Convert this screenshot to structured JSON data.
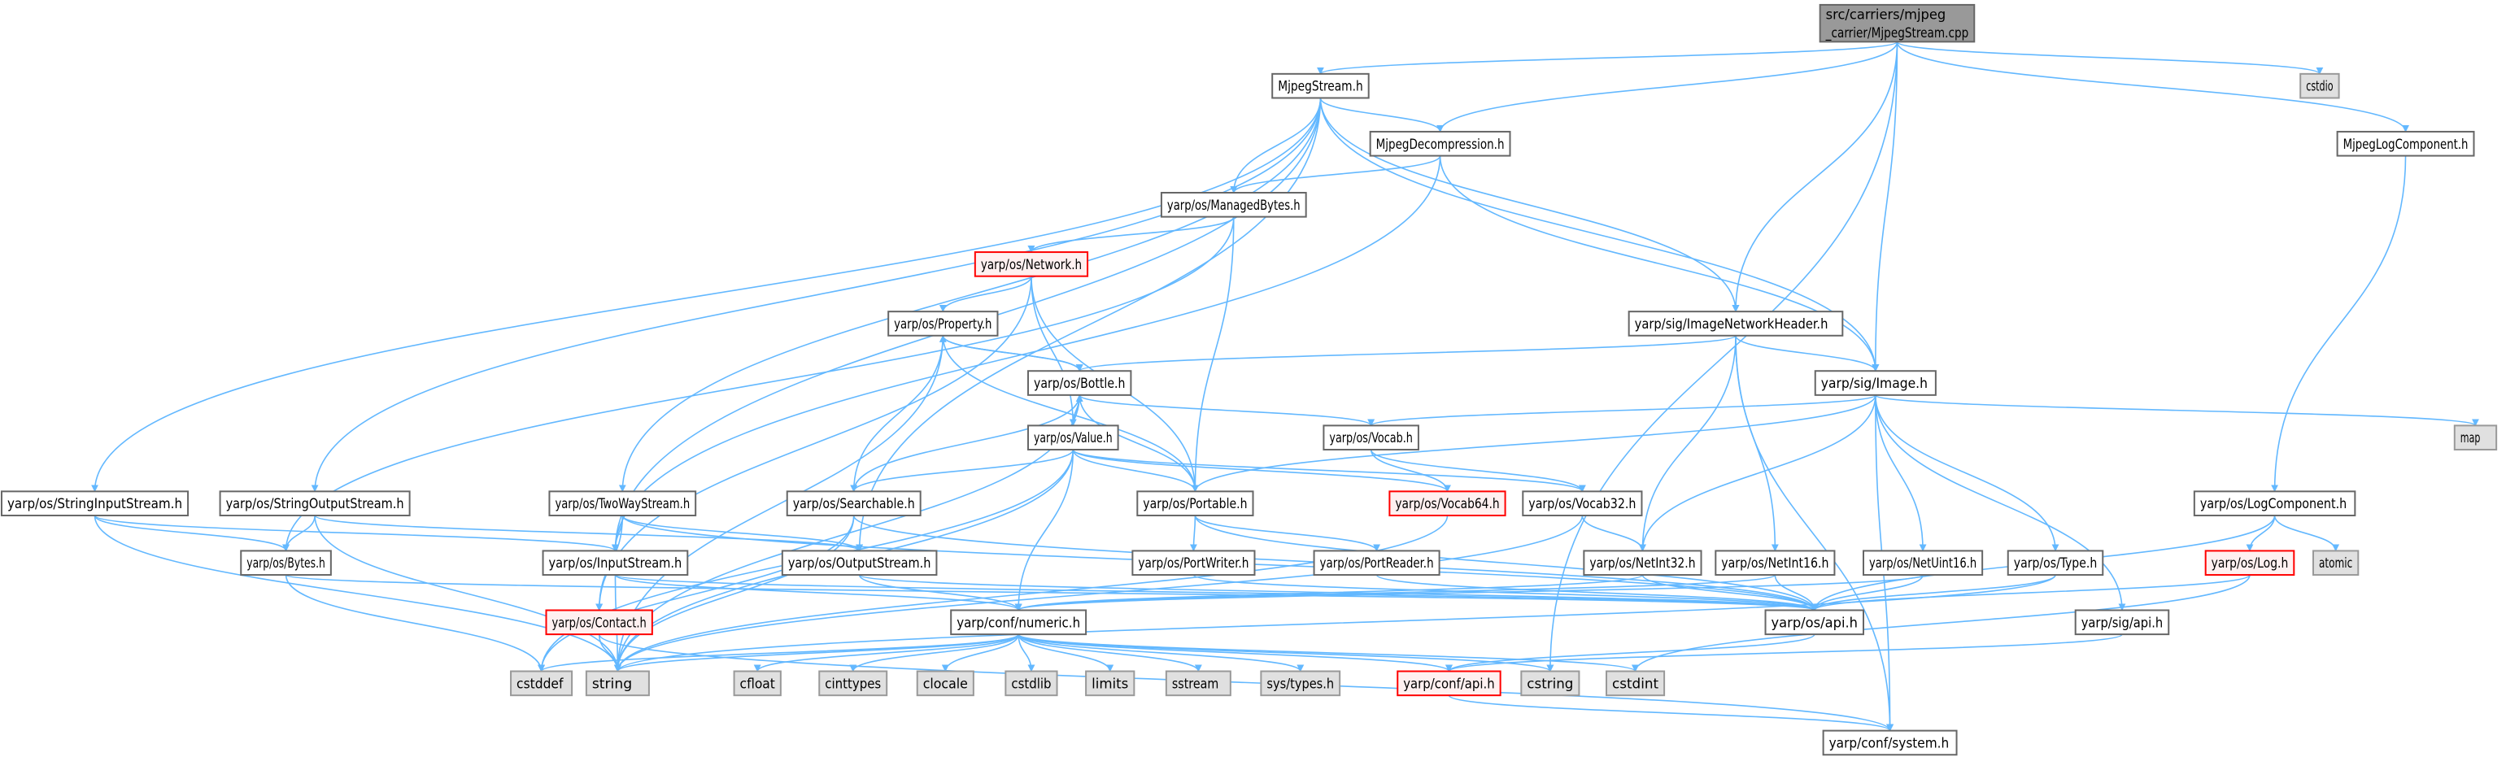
{
  "title": "Include dependency graph for MjpegStream.cpp",
  "colors": {
    "edge": "#63b8ff",
    "root_fill": "#999999",
    "root_stroke": "#666666",
    "normal_fill": "#ffffff",
    "normal_stroke": "#666666",
    "red_fill": "#fff0f0",
    "red_stroke": "#ff0000",
    "system_fill": "#e0e0e0",
    "system_stroke": "#999999"
  },
  "nodes": [
    {
      "id": "cpp",
      "lines": [
        "src/carriers/mjpeg",
        "_carrier/MjpegStream.cpp"
      ],
      "kind": "root"
    },
    {
      "id": "mjs",
      "lines": [
        "MjpegStream.h"
      ],
      "kind": "normal"
    },
    {
      "id": "cstdio",
      "lines": [
        "cstdio"
      ],
      "kind": "system"
    },
    {
      "id": "mjd",
      "lines": [
        "MjpegDecompression.h"
      ],
      "kind": "normal"
    },
    {
      "id": "mjl",
      "lines": [
        "MjpegLogComponent.h"
      ],
      "kind": "normal"
    },
    {
      "id": "mb",
      "lines": [
        "yarp/os/ManagedBytes.h"
      ],
      "kind": "normal"
    },
    {
      "id": "net",
      "lines": [
        "yarp/os/Network.h"
      ],
      "kind": "red"
    },
    {
      "id": "inh",
      "lines": [
        "yarp/sig/ImageNetworkHeader.h"
      ],
      "kind": "normal"
    },
    {
      "id": "prop",
      "lines": [
        "yarp/os/Property.h"
      ],
      "kind": "normal"
    },
    {
      "id": "bot",
      "lines": [
        "yarp/os/Bottle.h"
      ],
      "kind": "normal"
    },
    {
      "id": "img",
      "lines": [
        "yarp/sig/Image.h"
      ],
      "kind": "normal"
    },
    {
      "id": "map",
      "lines": [
        "map"
      ],
      "kind": "system"
    },
    {
      "id": "voc",
      "lines": [
        "yarp/os/Vocab.h"
      ],
      "kind": "normal"
    },
    {
      "id": "val",
      "lines": [
        "yarp/os/Value.h"
      ],
      "kind": "normal"
    },
    {
      "id": "sis",
      "lines": [
        "yarp/os/StringInputStream.h"
      ],
      "kind": "normal"
    },
    {
      "id": "sos",
      "lines": [
        "yarp/os/StringOutputStream.h"
      ],
      "kind": "normal"
    },
    {
      "id": "tws",
      "lines": [
        "yarp/os/TwoWayStream.h"
      ],
      "kind": "normal"
    },
    {
      "id": "srch",
      "lines": [
        "yarp/os/Searchable.h"
      ],
      "kind": "normal"
    },
    {
      "id": "port",
      "lines": [
        "yarp/os/Portable.h"
      ],
      "kind": "normal"
    },
    {
      "id": "v64",
      "lines": [
        "yarp/os/Vocab64.h"
      ],
      "kind": "red"
    },
    {
      "id": "v32",
      "lines": [
        "yarp/os/Vocab32.h"
      ],
      "kind": "normal"
    },
    {
      "id": "logc",
      "lines": [
        "yarp/os/LogComponent.h"
      ],
      "kind": "normal"
    },
    {
      "id": "bytes",
      "lines": [
        "yarp/os/Bytes.h"
      ],
      "kind": "normal"
    },
    {
      "id": "ins",
      "lines": [
        "yarp/os/InputStream.h"
      ],
      "kind": "normal"
    },
    {
      "id": "outs",
      "lines": [
        "yarp/os/OutputStream.h"
      ],
      "kind": "normal"
    },
    {
      "id": "pw",
      "lines": [
        "yarp/os/PortWriter.h"
      ],
      "kind": "normal"
    },
    {
      "id": "pr",
      "lines": [
        "yarp/os/PortReader.h"
      ],
      "kind": "normal"
    },
    {
      "id": "ni32",
      "lines": [
        "yarp/os/NetInt32.h"
      ],
      "kind": "normal"
    },
    {
      "id": "ni16",
      "lines": [
        "yarp/os/NetInt16.h"
      ],
      "kind": "normal"
    },
    {
      "id": "nu16",
      "lines": [
        "yarp/os/NetUint16.h"
      ],
      "kind": "normal"
    },
    {
      "id": "type",
      "lines": [
        "yarp/os/Type.h"
      ],
      "kind": "normal"
    },
    {
      "id": "log",
      "lines": [
        "yarp/os/Log.h"
      ],
      "kind": "red"
    },
    {
      "id": "atomic",
      "lines": [
        "atomic"
      ],
      "kind": "system"
    },
    {
      "id": "contact",
      "lines": [
        "yarp/os/Contact.h"
      ],
      "kind": "red"
    },
    {
      "id": "numeric",
      "lines": [
        "yarp/conf/numeric.h"
      ],
      "kind": "normal"
    },
    {
      "id": "osapi",
      "lines": [
        "yarp/os/api.h"
      ],
      "kind": "normal"
    },
    {
      "id": "sigapi",
      "lines": [
        "yarp/sig/api.h"
      ],
      "kind": "normal"
    },
    {
      "id": "cstddef",
      "lines": [
        "cstddef"
      ],
      "kind": "system"
    },
    {
      "id": "string",
      "lines": [
        "string"
      ],
      "kind": "system"
    },
    {
      "id": "cfloat",
      "lines": [
        "cfloat"
      ],
      "kind": "system"
    },
    {
      "id": "cinttypes",
      "lines": [
        "cinttypes"
      ],
      "kind": "system"
    },
    {
      "id": "clocale",
      "lines": [
        "clocale"
      ],
      "kind": "system"
    },
    {
      "id": "cstdlib",
      "lines": [
        "cstdlib"
      ],
      "kind": "system"
    },
    {
      "id": "limits",
      "lines": [
        "limits"
      ],
      "kind": "system"
    },
    {
      "id": "sstream",
      "lines": [
        "sstream"
      ],
      "kind": "system"
    },
    {
      "id": "systypes",
      "lines": [
        "sys/types.h"
      ],
      "kind": "system"
    },
    {
      "id": "confapi",
      "lines": [
        "yarp/conf/api.h"
      ],
      "kind": "red"
    },
    {
      "id": "cstring",
      "lines": [
        "cstring"
      ],
      "kind": "system"
    },
    {
      "id": "cstdint",
      "lines": [
        "cstdint"
      ],
      "kind": "system"
    },
    {
      "id": "system",
      "lines": [
        "yarp/conf/system.h"
      ],
      "kind": "normal"
    }
  ],
  "edges": [
    [
      "cpp",
      "mjs"
    ],
    [
      "cpp",
      "mjd"
    ],
    [
      "cpp",
      "inh"
    ],
    [
      "cpp",
      "img"
    ],
    [
      "cpp",
      "cstring"
    ],
    [
      "cpp",
      "cstdio"
    ],
    [
      "cpp",
      "mjl"
    ],
    [
      "mjs",
      "mjd"
    ],
    [
      "mjs",
      "mb"
    ],
    [
      "mjs",
      "inh"
    ],
    [
      "mjs",
      "img"
    ],
    [
      "mjs",
      "sis"
    ],
    [
      "mjs",
      "sos"
    ],
    [
      "mjs",
      "tws"
    ],
    [
      "mjs",
      "ins"
    ],
    [
      "mjs",
      "outs"
    ],
    [
      "mjd",
      "mb"
    ],
    [
      "mjd",
      "img"
    ],
    [
      "mjd",
      "ins"
    ],
    [
      "mjl",
      "logc"
    ],
    [
      "mb",
      "net"
    ],
    [
      "mb",
      "bytes"
    ],
    [
      "mb",
      "port"
    ],
    [
      "net",
      "prop"
    ],
    [
      "net",
      "val"
    ],
    [
      "net",
      "port"
    ],
    [
      "net",
      "contact"
    ],
    [
      "inh",
      "bot"
    ],
    [
      "inh",
      "img"
    ],
    [
      "inh",
      "ni32"
    ],
    [
      "inh",
      "ni16"
    ],
    [
      "inh",
      "system"
    ],
    [
      "prop",
      "bot"
    ],
    [
      "prop",
      "srch"
    ],
    [
      "prop",
      "port"
    ],
    [
      "prop",
      "string"
    ],
    [
      "bot",
      "prop"
    ],
    [
      "bot",
      "val"
    ],
    [
      "bot",
      "voc"
    ],
    [
      "bot",
      "srch"
    ],
    [
      "bot",
      "port"
    ],
    [
      "bot",
      "string"
    ],
    [
      "img",
      "voc"
    ],
    [
      "img",
      "port"
    ],
    [
      "img",
      "map"
    ],
    [
      "img",
      "ni32"
    ],
    [
      "img",
      "nu16"
    ],
    [
      "img",
      "type"
    ],
    [
      "img",
      "sigapi"
    ],
    [
      "img",
      "system"
    ],
    [
      "voc",
      "v64"
    ],
    [
      "voc",
      "v32"
    ],
    [
      "val",
      "bot"
    ],
    [
      "val",
      "srch"
    ],
    [
      "val",
      "port"
    ],
    [
      "val",
      "v64"
    ],
    [
      "val",
      "v32"
    ],
    [
      "val",
      "cstddef"
    ],
    [
      "val",
      "string"
    ],
    [
      "val",
      "numeric"
    ],
    [
      "sis",
      "ins"
    ],
    [
      "sis",
      "bytes"
    ],
    [
      "sis",
      "string"
    ],
    [
      "sos",
      "outs"
    ],
    [
      "sos",
      "bytes"
    ],
    [
      "sos",
      "string"
    ],
    [
      "tws",
      "ins"
    ],
    [
      "tws",
      "outs"
    ],
    [
      "tws",
      "contact"
    ],
    [
      "tws",
      "osapi"
    ],
    [
      "srch",
      "osapi"
    ],
    [
      "srch",
      "cstddef"
    ],
    [
      "srch",
      "string"
    ],
    [
      "port",
      "pw"
    ],
    [
      "port",
      "pr"
    ],
    [
      "port",
      "osapi"
    ],
    [
      "v64",
      "string"
    ],
    [
      "v32",
      "ni32"
    ],
    [
      "v32",
      "string"
    ],
    [
      "logc",
      "log"
    ],
    [
      "logc",
      "atomic"
    ],
    [
      "logc",
      "osapi"
    ],
    [
      "bytes",
      "cstddef"
    ],
    [
      "bytes",
      "osapi"
    ],
    [
      "ins",
      "osapi"
    ],
    [
      "ins",
      "numeric"
    ],
    [
      "ins",
      "string"
    ],
    [
      "outs",
      "osapi"
    ],
    [
      "outs",
      "numeric"
    ],
    [
      "pw",
      "osapi"
    ],
    [
      "pr",
      "osapi"
    ],
    [
      "ni32",
      "numeric"
    ],
    [
      "ni32",
      "osapi"
    ],
    [
      "ni16",
      "numeric"
    ],
    [
      "ni16",
      "osapi"
    ],
    [
      "nu16",
      "numeric"
    ],
    [
      "nu16",
      "osapi"
    ],
    [
      "type",
      "osapi"
    ],
    [
      "type",
      "string"
    ],
    [
      "log",
      "osapi"
    ],
    [
      "log",
      "cstdint"
    ],
    [
      "contact",
      "string"
    ],
    [
      "contact",
      "system"
    ],
    [
      "numeric",
      "cstddef"
    ],
    [
      "numeric",
      "string"
    ],
    [
      "numeric",
      "cfloat"
    ],
    [
      "numeric",
      "cinttypes"
    ],
    [
      "numeric",
      "clocale"
    ],
    [
      "numeric",
      "cstdlib"
    ],
    [
      "numeric",
      "limits"
    ],
    [
      "numeric",
      "sstream"
    ],
    [
      "numeric",
      "systypes"
    ],
    [
      "numeric",
      "confapi"
    ],
    [
      "numeric",
      "cstring"
    ],
    [
      "numeric",
      "cstdint"
    ],
    [
      "osapi",
      "confapi"
    ],
    [
      "sigapi",
      "confapi"
    ],
    [
      "confapi",
      "system"
    ]
  ]
}
